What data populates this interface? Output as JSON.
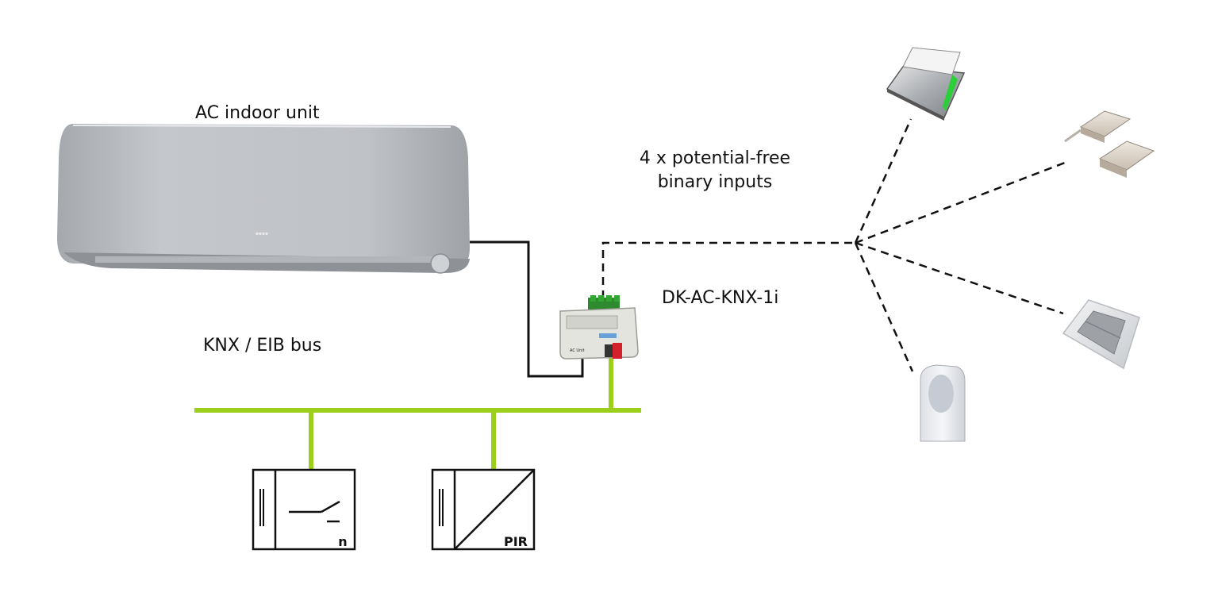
{
  "labels": {
    "ac_unit": "AC indoor unit",
    "inputs_line1": "4 x potential-free",
    "inputs_line2": "binary inputs",
    "gateway": "DK-AC-KNX-1i",
    "bus": "KNX / EIB bus"
  },
  "symbols": {
    "switch_actuator_letter": "n",
    "pir_sensor_letter": "PIR"
  },
  "gateway_labels": {
    "ac_port": "AC Unit"
  },
  "colors": {
    "knx_bus": "#9bcf1c",
    "ac_cable": "#111111",
    "dashed_lines": "#111111",
    "gateway_connector_green": "#33a532",
    "gateway_connector_red": "#d4202a"
  },
  "icons": {
    "ac_unit": "wall-mounted-ac-unit-icon",
    "gateway": "gateway-module-icon",
    "card_holder": "card-holder-icon",
    "door_contact": "magnetic-door-contact-icon",
    "wall_switch": "wall-switch-icon",
    "pir_detector": "pir-motion-detector-icon",
    "switch_actuator": "switch-actuator-symbol",
    "pir_symbol": "pir-sensor-symbol"
  }
}
